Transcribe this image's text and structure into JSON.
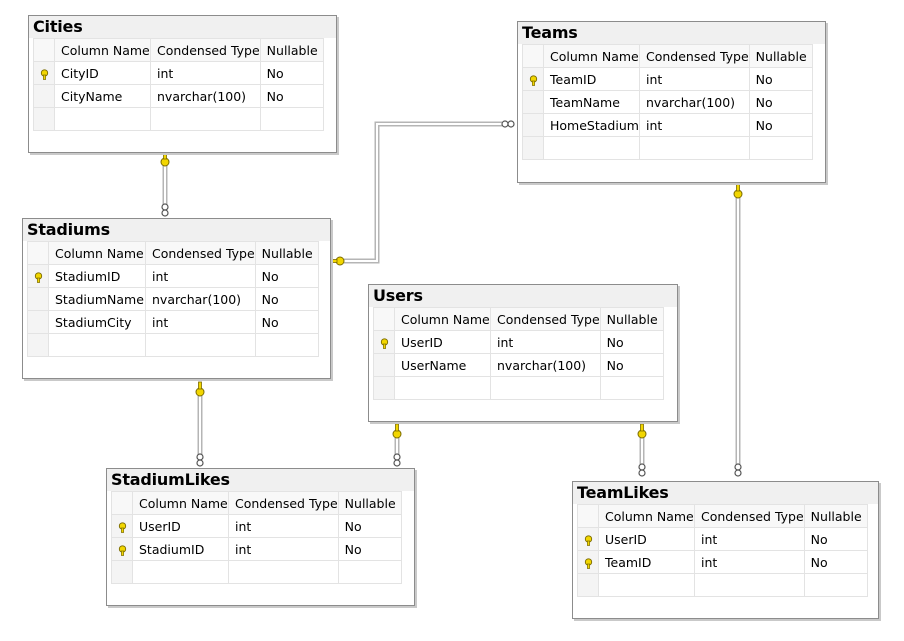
{
  "tables": {
    "cities": {
      "title": "Cities",
      "headers": [
        "Column Name",
        "Condensed Type",
        "Nullable"
      ],
      "rows": [
        {
          "name": "CityID",
          "type": "int",
          "nullable": "No",
          "pk": true
        },
        {
          "name": "CityName",
          "type": "nvarchar(100)",
          "nullable": "No",
          "pk": false
        }
      ]
    },
    "teams": {
      "title": "Teams",
      "headers": [
        "Column Name",
        "Condensed Type",
        "Nullable"
      ],
      "rows": [
        {
          "name": "TeamID",
          "type": "int",
          "nullable": "No",
          "pk": true
        },
        {
          "name": "TeamName",
          "type": "nvarchar(100)",
          "nullable": "No",
          "pk": false
        },
        {
          "name": "HomeStadium",
          "type": "int",
          "nullable": "No",
          "pk": false
        }
      ]
    },
    "stadiums": {
      "title": "Stadiums",
      "headers": [
        "Column Name",
        "Condensed Type",
        "Nullable"
      ],
      "rows": [
        {
          "name": "StadiumID",
          "type": "int",
          "nullable": "No",
          "pk": true
        },
        {
          "name": "StadiumName",
          "type": "nvarchar(100)",
          "nullable": "No",
          "pk": false
        },
        {
          "name": "StadiumCity",
          "type": "int",
          "nullable": "No",
          "pk": false
        }
      ]
    },
    "users": {
      "title": "Users",
      "headers": [
        "Column Name",
        "Condensed Type",
        "Nullable"
      ],
      "rows": [
        {
          "name": "UserID",
          "type": "int",
          "nullable": "No",
          "pk": true
        },
        {
          "name": "UserName",
          "type": "nvarchar(100)",
          "nullable": "No",
          "pk": false
        }
      ]
    },
    "stadiumlikes": {
      "title": "StadiumLikes",
      "headers": [
        "Column Name",
        "Condensed Type",
        "Nullable"
      ],
      "rows": [
        {
          "name": "UserID",
          "type": "int",
          "nullable": "No",
          "pk": true
        },
        {
          "name": "StadiumID",
          "type": "int",
          "nullable": "No",
          "pk": true
        }
      ]
    },
    "teamlikes": {
      "title": "TeamLikes",
      "headers": [
        "Column Name",
        "Condensed Type",
        "Nullable"
      ],
      "rows": [
        {
          "name": "UserID",
          "type": "int",
          "nullable": "No",
          "pk": true
        },
        {
          "name": "TeamID",
          "type": "int",
          "nullable": "No",
          "pk": true
        }
      ]
    }
  },
  "relationships": [
    {
      "from": "Cities",
      "to": "Stadiums"
    },
    {
      "from": "Stadiums",
      "to": "Teams"
    },
    {
      "from": "Teams",
      "to": "TeamLikes"
    },
    {
      "from": "Stadiums",
      "to": "StadiumLikes"
    },
    {
      "from": "Users",
      "to": "StadiumLikes"
    },
    {
      "from": "Users",
      "to": "TeamLikes"
    }
  ],
  "colors": {
    "key": "#f2d600",
    "key_outline": "#7a6a00",
    "connector": "#b5b5b5",
    "title_bar": "#f0f0f0",
    "border": "#8c8c8c"
  },
  "icons": {
    "primary_key": "key-icon",
    "one_end": "key-icon",
    "many_end": "infinity-icon"
  }
}
